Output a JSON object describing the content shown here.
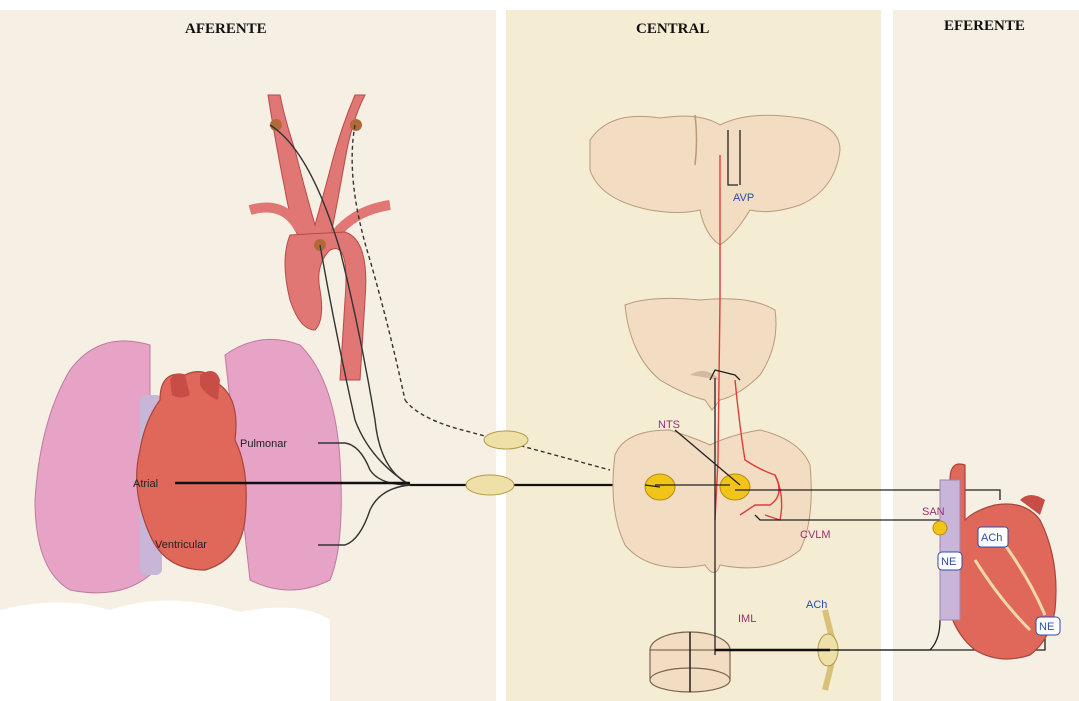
{
  "panels": {
    "afferent": "AFERENTE",
    "central": "CENTRAL",
    "efferent": "EFERENTE"
  },
  "afferent_labels": {
    "pulmonary": "Pulmonar",
    "atrial": "Atrial",
    "ventricular": "Ventricular"
  },
  "central_labels": {
    "avp": "AVP",
    "nts": "NTS",
    "cvlm": "CVLM",
    "iml": "IML",
    "ach_ganglion": "ACh"
  },
  "efferent_labels": {
    "san": "SAN",
    "ach": "ACh",
    "ne_upper": "NE",
    "ne_lower": "NE"
  },
  "colors": {
    "afferent_bg": "#f6efe3",
    "central_bg": "#f4ecd3",
    "efferent_bg": "#f6efe3",
    "lung": "#e6a3c6",
    "heart": "#e0685a",
    "aorta": "#e07774",
    "brain": "#f2dcc2",
    "nucleus": "#f0c419",
    "red_pathway": "#e03c3c",
    "blue_label": "#2f4aa8",
    "purple_label": "#9b2f6e"
  }
}
